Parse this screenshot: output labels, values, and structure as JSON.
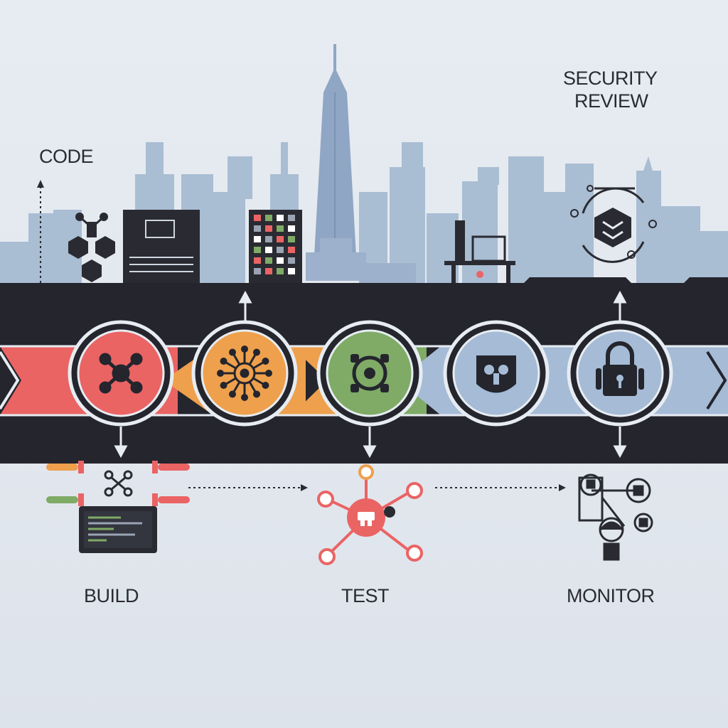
{
  "labels": {
    "code": "CODE",
    "security_line1": "SECURITY",
    "security_line2": "REVIEW",
    "build": "BUILD",
    "test": "TEST",
    "monitor": "MONITOR"
  },
  "colors": {
    "background": "#e5eaf0",
    "skyline": "#9fb4cc",
    "band": "#24252d",
    "red": "#ea6464",
    "orange": "#eea04c",
    "green": "#7fab66",
    "blue": "#a5bbd6",
    "ink": "#2a2b32"
  },
  "stages": [
    {
      "id": "code",
      "color": "red",
      "icon": "drone-icon"
    },
    {
      "id": "build",
      "color": "orange",
      "icon": "network-hub-icon"
    },
    {
      "id": "test",
      "color": "green",
      "icon": "target-icon"
    },
    {
      "id": "security",
      "color": "blue",
      "icon": "shield-icon"
    },
    {
      "id": "monitor",
      "color": "blue",
      "icon": "lock-icon"
    }
  ]
}
